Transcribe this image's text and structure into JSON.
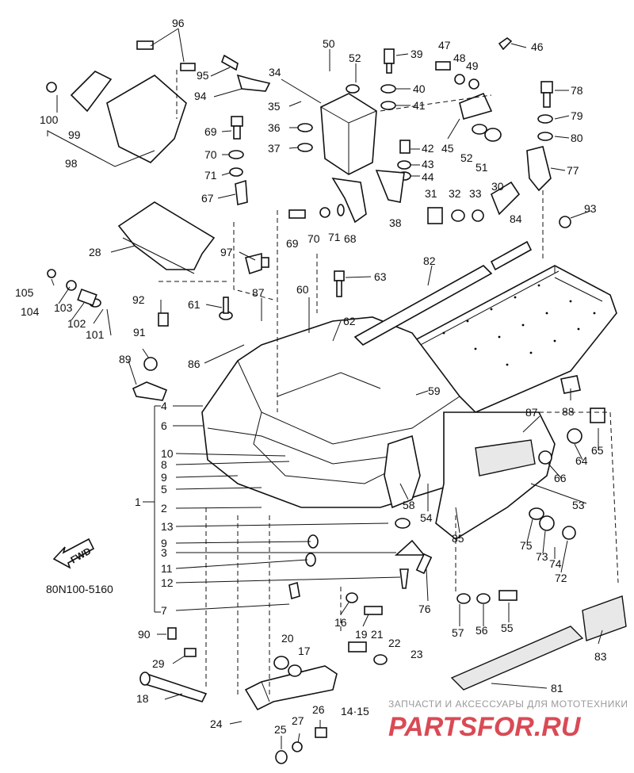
{
  "diagram": {
    "part_code": "80N100-5160",
    "fwd_label": "FWD",
    "watermark_top": "ЗАПЧАСТИ И АКСЕССУАРЫ ДЛЯ МОТОТЕХНИКИ",
    "watermark_brand": "PARTSFOR.RU",
    "callouts": [
      {
        "id": "c96",
        "text": "96"
      },
      {
        "id": "c95",
        "text": "95"
      },
      {
        "id": "c94",
        "text": "94"
      },
      {
        "id": "c100",
        "text": "100"
      },
      {
        "id": "c99",
        "text": "99"
      },
      {
        "id": "c98",
        "text": "98"
      },
      {
        "id": "c50",
        "text": "50"
      },
      {
        "id": "c52a",
        "text": "52"
      },
      {
        "id": "c34",
        "text": "34"
      },
      {
        "id": "c35",
        "text": "35"
      },
      {
        "id": "c36",
        "text": "36"
      },
      {
        "id": "c37",
        "text": "37"
      },
      {
        "id": "c39",
        "text": "39"
      },
      {
        "id": "c40",
        "text": "40"
      },
      {
        "id": "c41",
        "text": "41"
      },
      {
        "id": "c47",
        "text": "47"
      },
      {
        "id": "c48",
        "text": "48"
      },
      {
        "id": "c49",
        "text": "49"
      },
      {
        "id": "c46",
        "text": "46"
      },
      {
        "id": "c78",
        "text": "78"
      },
      {
        "id": "c79",
        "text": "79"
      },
      {
        "id": "c80",
        "text": "80"
      },
      {
        "id": "c77",
        "text": "77"
      },
      {
        "id": "c69a",
        "text": "69"
      },
      {
        "id": "c70a",
        "text": "70"
      },
      {
        "id": "c71a",
        "text": "71"
      },
      {
        "id": "c67",
        "text": "67"
      },
      {
        "id": "c42",
        "text": "42"
      },
      {
        "id": "c43",
        "text": "43"
      },
      {
        "id": "c44",
        "text": "44"
      },
      {
        "id": "c45",
        "text": "45"
      },
      {
        "id": "c52b",
        "text": "52"
      },
      {
        "id": "c51",
        "text": "51"
      },
      {
        "id": "c38",
        "text": "38"
      },
      {
        "id": "c31",
        "text": "31"
      },
      {
        "id": "c32",
        "text": "32"
      },
      {
        "id": "c33",
        "text": "33"
      },
      {
        "id": "c30",
        "text": "30"
      },
      {
        "id": "c84",
        "text": "84"
      },
      {
        "id": "c93",
        "text": "93"
      },
      {
        "id": "c69b",
        "text": "69"
      },
      {
        "id": "c70b",
        "text": "70"
      },
      {
        "id": "c71b",
        "text": "71"
      },
      {
        "id": "c68",
        "text": "68"
      },
      {
        "id": "c28",
        "text": "28"
      },
      {
        "id": "c97",
        "text": "97"
      },
      {
        "id": "c82",
        "text": "82"
      },
      {
        "id": "c63",
        "text": "63"
      },
      {
        "id": "c105",
        "text": "105"
      },
      {
        "id": "c104",
        "text": "104"
      },
      {
        "id": "c103",
        "text": "103"
      },
      {
        "id": "c102",
        "text": "102"
      },
      {
        "id": "c101",
        "text": "101"
      },
      {
        "id": "c92",
        "text": "92"
      },
      {
        "id": "c61",
        "text": "61"
      },
      {
        "id": "c87a",
        "text": "87"
      },
      {
        "id": "c60",
        "text": "60"
      },
      {
        "id": "c62",
        "text": "62"
      },
      {
        "id": "c91",
        "text": "91"
      },
      {
        "id": "c86",
        "text": "86"
      },
      {
        "id": "c89",
        "text": "89"
      },
      {
        "id": "c59",
        "text": "59"
      },
      {
        "id": "c88",
        "text": "88"
      },
      {
        "id": "c87b",
        "text": "87"
      },
      {
        "id": "c65",
        "text": "65"
      },
      {
        "id": "c64",
        "text": "64"
      },
      {
        "id": "c66",
        "text": "66"
      },
      {
        "id": "c53",
        "text": "53"
      },
      {
        "id": "c4",
        "text": "4"
      },
      {
        "id": "c6",
        "text": "6"
      },
      {
        "id": "c10",
        "text": "10"
      },
      {
        "id": "c8",
        "text": "8"
      },
      {
        "id": "c9a",
        "text": "9"
      },
      {
        "id": "c5",
        "text": "5"
      },
      {
        "id": "c1",
        "text": "1"
      },
      {
        "id": "c2",
        "text": "2"
      },
      {
        "id": "c13",
        "text": "13"
      },
      {
        "id": "c9b",
        "text": "9"
      },
      {
        "id": "c3",
        "text": "3"
      },
      {
        "id": "c11",
        "text": "11"
      },
      {
        "id": "c12",
        "text": "12"
      },
      {
        "id": "c7",
        "text": "7"
      },
      {
        "id": "c58",
        "text": "58"
      },
      {
        "id": "c54",
        "text": "54"
      },
      {
        "id": "c85",
        "text": "85"
      },
      {
        "id": "c75",
        "text": "75"
      },
      {
        "id": "c73",
        "text": "73"
      },
      {
        "id": "c74",
        "text": "74"
      },
      {
        "id": "c72",
        "text": "72"
      },
      {
        "id": "c76",
        "text": "76"
      },
      {
        "id": "c57",
        "text": "57"
      },
      {
        "id": "c56",
        "text": "56"
      },
      {
        "id": "c55",
        "text": "55"
      },
      {
        "id": "c16",
        "text": "16"
      },
      {
        "id": "c19",
        "text": "19"
      },
      {
        "id": "c21",
        "text": "21"
      },
      {
        "id": "c22",
        "text": "22"
      },
      {
        "id": "c23",
        "text": "23"
      },
      {
        "id": "c90",
        "text": "90"
      },
      {
        "id": "c29",
        "text": "29"
      },
      {
        "id": "c20",
        "text": "20"
      },
      {
        "id": "c17",
        "text": "17"
      },
      {
        "id": "c18",
        "text": "18"
      },
      {
        "id": "c1415",
        "text": "14·15"
      },
      {
        "id": "c24",
        "text": "24"
      },
      {
        "id": "c25",
        "text": "25"
      },
      {
        "id": "c27",
        "text": "27"
      },
      {
        "id": "c26",
        "text": "26"
      },
      {
        "id": "c81",
        "text": "81"
      },
      {
        "id": "c83",
        "text": "83"
      }
    ]
  }
}
